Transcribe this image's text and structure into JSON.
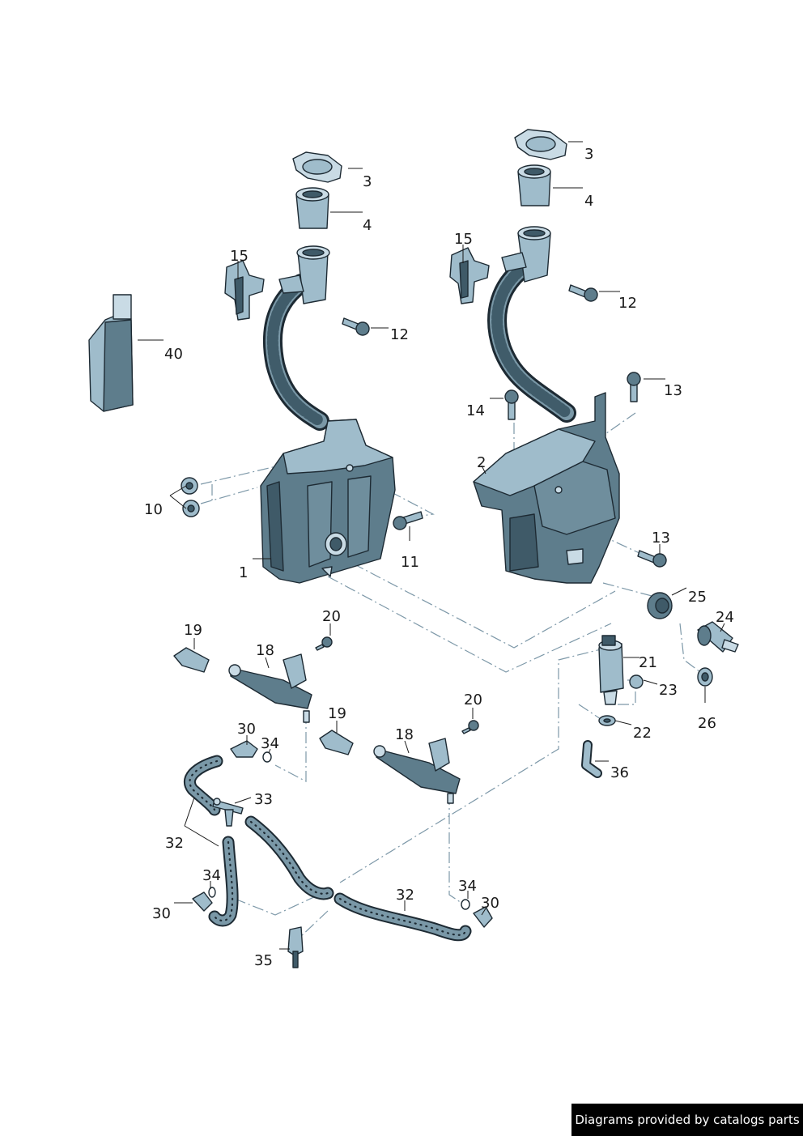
{
  "labels": {
    "l3a": "3",
    "l4a": "4",
    "l15a": "15",
    "l12a": "12",
    "l40": "40",
    "l10": "10",
    "l11": "11",
    "l1": "1",
    "l3b": "3",
    "l4b": "4",
    "l15b": "15",
    "l12b": "12",
    "l13a": "13",
    "l14": "14",
    "l2": "2",
    "l13b": "13",
    "l25": "25",
    "l24": "24",
    "l26": "26",
    "l21": "21",
    "l23": "23",
    "l22": "22",
    "l36": "36",
    "l19a": "19",
    "l18a": "18",
    "l20a": "20",
    "l19b": "19",
    "l18b": "18",
    "l20b": "20",
    "l30a": "30",
    "l34a": "34",
    "l33": "33",
    "l32a": "32",
    "l34b": "34",
    "l30b": "30",
    "l32b": "32",
    "l34c": "34",
    "l30c": "30",
    "l35": "35"
  },
  "footer": {
    "credit": "Diagrams provided by catalogs parts"
  },
  "colors": {
    "part_fill": "#5e7d8c",
    "part_light": "#9fbccb",
    "dash_line": "#7d98a8",
    "footer_bg": "#000000"
  }
}
